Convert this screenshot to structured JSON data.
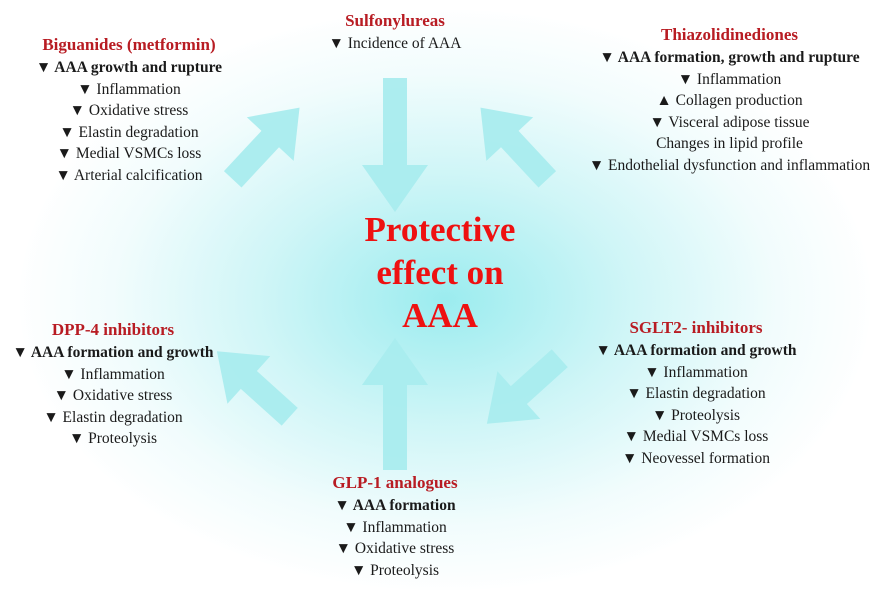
{
  "center_label": [
    "Protective",
    "effect on",
    "AAA"
  ],
  "colors": {
    "title": "#b81c23",
    "center": "#ee1111",
    "arrow": "#a9ecee",
    "glow": "#96ebee"
  },
  "icons": {
    "decrease": "down-triangle-icon",
    "increase": "up-triangle-icon"
  },
  "groups": {
    "biguanides": {
      "title": "Biguanides (metformin)",
      "effects": [
        {
          "text": "▼ AAA growth and rupture",
          "bold": true
        },
        {
          "text": "▼ Inflammation"
        },
        {
          "text": "▼ Oxidative stress"
        },
        {
          "text": "▼ Elastin degradation"
        },
        {
          "text": "▼ Medial VSMCs loss"
        },
        {
          "text": "▼ Arterial calcification"
        }
      ]
    },
    "sulfonylureas": {
      "title": "Sulfonylureas",
      "effects": [
        {
          "text": "▼ Incidence of AAA"
        }
      ]
    },
    "thiazolidinediones": {
      "title": "Thiazolidinediones",
      "effects": [
        {
          "text": "▼ AAA formation, growth and rupture",
          "bold": true
        },
        {
          "text": "▼ Inflammation"
        },
        {
          "text": "▲ Collagen production"
        },
        {
          "text": "▼ Visceral adipose tissue"
        },
        {
          "text": "Changes in lipid profile"
        },
        {
          "text": "▼ Endothelial dysfunction and inflammation"
        }
      ]
    },
    "dpp4": {
      "title": "DPP-4 inhibitors",
      "effects": [
        {
          "text": "▼ AAA formation and growth",
          "bold": true
        },
        {
          "text": "▼ Inflammation"
        },
        {
          "text": "▼ Oxidative stress"
        },
        {
          "text": "▼ Elastin degradation"
        },
        {
          "text": "▼ Proteolysis"
        }
      ]
    },
    "sglt2": {
      "title": "SGLT2- inhibitors",
      "effects": [
        {
          "text": "▼ AAA formation and growth",
          "bold": true
        },
        {
          "text": "▼ Inflammation"
        },
        {
          "text": "▼ Elastin degradation"
        },
        {
          "text": "▼ Proteolysis"
        },
        {
          "text": "▼ Medial VSMCs loss"
        },
        {
          "text": "▼  Neovessel formation"
        }
      ]
    },
    "glp1": {
      "title": "GLP-1 analogues",
      "effects": [
        {
          "text": "▼ AAA formation",
          "bold": true
        },
        {
          "text": "▼ Inflammation"
        },
        {
          "text": "▼ Oxidative stress"
        },
        {
          "text": "▼ Proteolysis"
        }
      ]
    }
  }
}
